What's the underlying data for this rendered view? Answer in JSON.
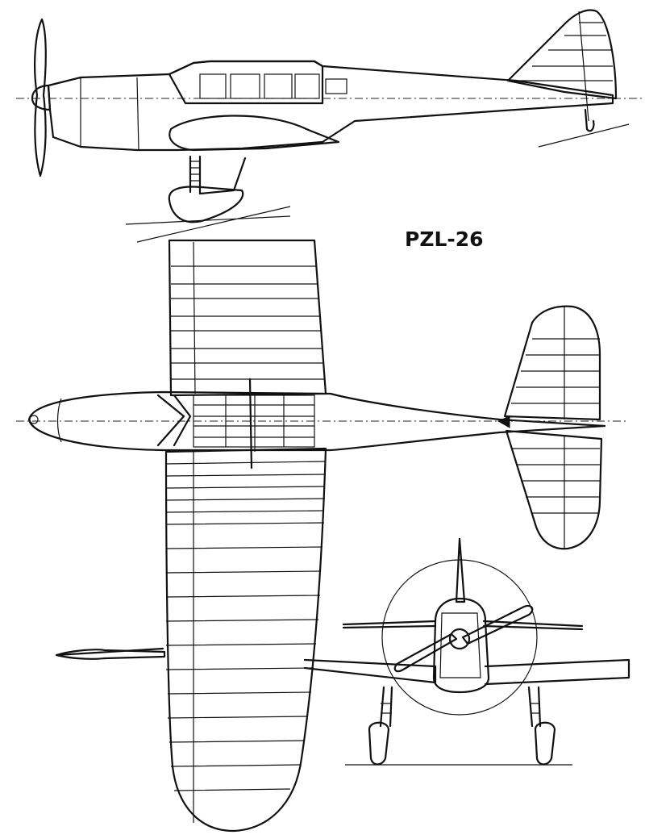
{
  "drawing": {
    "title": "PZL-26",
    "views": [
      "side-view",
      "top-view",
      "front-view"
    ]
  },
  "colors": {
    "ink": "#111111",
    "paper": "#ffffff"
  }
}
